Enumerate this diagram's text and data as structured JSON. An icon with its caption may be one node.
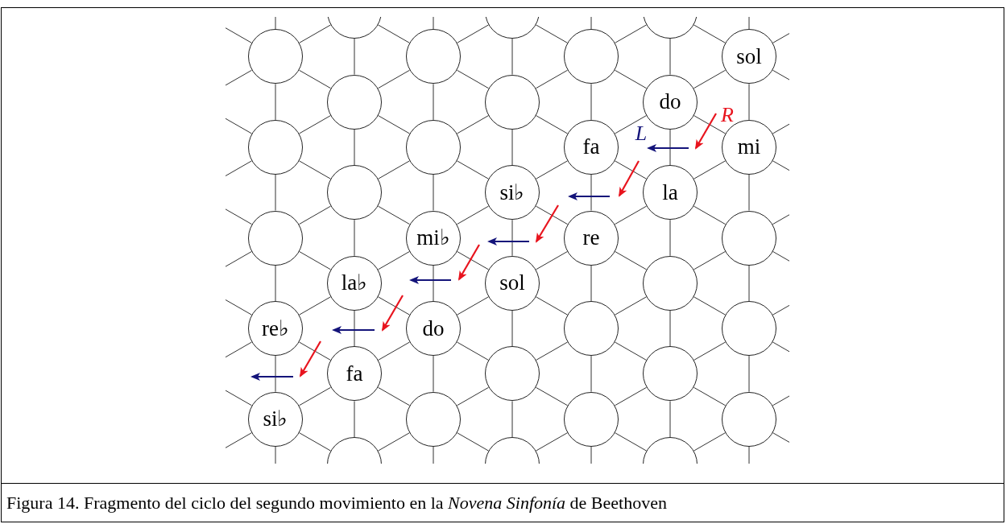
{
  "diagram": {
    "caption": "Figura 14. Fragmento del ciclo del segundo movimiento en la *Novena Sinfonía* de Beethoven",
    "nodes": [
      {
        "text": [],
        "shape": "circle"
      },
      {
        "text": [],
        "shape": "circle"
      },
      {
        "text": [],
        "shape": "circle"
      },
      {
        "text": [],
        "shape": "circle"
      },
      {
        "text": [],
        "shape": "circle"
      },
      {
        "text": [],
        "shape": "circle"
      },
      {
        "text": [
          "sol"
        ]
      },
      {
        "text": [],
        "shape": "circle"
      },
      {
        "text": [],
        "shape": "circle"
      },
      {
        "text": [
          "do"
        ]
      },
      {
        "text": [],
        "shape": "circle"
      },
      {
        "text": [],
        "shape": "circle"
      },
      {
        "text": [
          "fa"
        ]
      },
      {
        "text": [
          "mi"
        ]
      },
      {
        "text": [],
        "shape": "circle"
      },
      {
        "text": [
          "si♭"
        ]
      },
      {
        "text": [
          "la"
        ]
      },
      {
        "text": [],
        "shape": "circle"
      },
      {
        "text": [
          "mi♭"
        ]
      },
      {
        "text": [
          "re"
        ]
      },
      {
        "text": [],
        "shape": "circle"
      },
      {
        "text": [
          "la♭"
        ]
      },
      {
        "text": [
          "sol"
        ]
      },
      {
        "text": [],
        "shape": "circle"
      },
      {
        "text": [
          "re♭"
        ]
      },
      {
        "text": [
          "do"
        ]
      },
      {
        "text": [],
        "shape": "circle"
      },
      {
        "text": [],
        "shape": "circle"
      },
      {
        "text": [
          "fa"
        ]
      },
      {
        "text": [],
        "shape": "circle"
      },
      {
        "text": [],
        "shape": "circle"
      },
      {
        "text": [
          "si♭"
        ]
      },
      {
        "text": [],
        "shape": "circle"
      },
      {
        "text": [],
        "shape": "circle"
      },
      {
        "text": [],
        "shape": "circle"
      },
      {
        "text": [],
        "shape": "circle"
      },
      {
        "text": [],
        "shape": "circle"
      },
      {
        "text": [],
        "shape": "circle"
      }
    ],
    "edges": [
      {
        "from": 0,
        "to": 3,
        "arrow": "none"
      },
      {
        "from": 0,
        "to": 4,
        "arrow": "none"
      },
      {
        "from": 0,
        "to": 7,
        "arrow": "none"
      },
      {
        "from": 1,
        "to": 4,
        "arrow": "none"
      },
      {
        "from": 1,
        "to": 5,
        "arrow": "none"
      },
      {
        "from": 1,
        "to": 8,
        "arrow": "none"
      },
      {
        "from": 2,
        "to": 5,
        "arrow": "none"
      },
      {
        "from": 2,
        "to": 6,
        "arrow": "none"
      },
      {
        "from": 2,
        "to": 9,
        "arrow": "none"
      },
      {
        "from": 3,
        "to": 7,
        "arrow": "none"
      },
      {
        "from": 3,
        "to": 10,
        "arrow": "none"
      },
      {
        "from": 4,
        "to": 7,
        "arrow": "none"
      },
      {
        "from": 4,
        "to": 8,
        "arrow": "none"
      },
      {
        "from": 4,
        "to": 11,
        "arrow": "none"
      },
      {
        "from": 5,
        "to": 8,
        "arrow": "none"
      },
      {
        "from": 5,
        "to": 9,
        "arrow": "none"
      },
      {
        "from": 5,
        "to": 12,
        "arrow": "none"
      },
      {
        "from": 6,
        "to": 9,
        "arrow": "none"
      },
      {
        "from": 6,
        "to": 13,
        "arrow": "none"
      },
      {
        "from": 7,
        "to": 10,
        "arrow": "none"
      },
      {
        "from": 7,
        "to": 11,
        "arrow": "none"
      },
      {
        "from": 7,
        "to": 14,
        "arrow": "none"
      },
      {
        "from": 8,
        "to": 11,
        "arrow": "none"
      },
      {
        "from": 8,
        "to": 12,
        "arrow": "none"
      },
      {
        "from": 8,
        "to": 15,
        "arrow": "none"
      },
      {
        "from": 9,
        "to": 12,
        "arrow": "none"
      },
      {
        "from": 9,
        "to": 13,
        "arrow": "none"
      },
      {
        "from": 9,
        "to": 16,
        "arrow": "none"
      },
      {
        "from": 10,
        "to": 14,
        "arrow": "none"
      },
      {
        "from": 10,
        "to": 17,
        "arrow": "none"
      },
      {
        "from": 11,
        "to": 14,
        "arrow": "none"
      },
      {
        "from": 11,
        "to": 15,
        "arrow": "none"
      },
      {
        "from": 11,
        "to": 18,
        "arrow": "none"
      },
      {
        "from": 12,
        "to": 15,
        "arrow": "none"
      },
      {
        "from": 12,
        "to": 16,
        "arrow": "none"
      },
      {
        "from": 12,
        "to": 19,
        "arrow": "none"
      },
      {
        "from": 13,
        "to": 16,
        "arrow": "none"
      },
      {
        "from": 13,
        "to": 20,
        "arrow": "none"
      },
      {
        "from": 14,
        "to": 17,
        "arrow": "none"
      },
      {
        "from": 14,
        "to": 18,
        "arrow": "none"
      },
      {
        "from": 14,
        "to": 21,
        "arrow": "none"
      },
      {
        "from": 15,
        "to": 18,
        "arrow": "none"
      },
      {
        "from": 15,
        "to": 19,
        "arrow": "none"
      },
      {
        "from": 15,
        "to": 22,
        "arrow": "none"
      },
      {
        "from": 16,
        "to": 19,
        "arrow": "none"
      },
      {
        "from": 16,
        "to": 20,
        "arrow": "none"
      },
      {
        "from": 16,
        "to": 23,
        "arrow": "none"
      },
      {
        "from": 17,
        "to": 21,
        "arrow": "none"
      },
      {
        "from": 17,
        "to": 24,
        "arrow": "none"
      },
      {
        "from": 18,
        "to": 21,
        "arrow": "none"
      },
      {
        "from": 18,
        "to": 22,
        "arrow": "none"
      },
      {
        "from": 18,
        "to": 25,
        "arrow": "none"
      },
      {
        "from": 19,
        "to": 22,
        "arrow": "none"
      },
      {
        "from": 19,
        "to": 23,
        "arrow": "none"
      },
      {
        "from": 19,
        "to": 26,
        "arrow": "none"
      },
      {
        "from": 20,
        "to": 23,
        "arrow": "none"
      },
      {
        "from": 20,
        "to": 27,
        "arrow": "none"
      },
      {
        "from": 21,
        "to": 24,
        "arrow": "none"
      },
      {
        "from": 21,
        "to": 25,
        "arrow": "none"
      },
      {
        "from": 21,
        "to": 28,
        "arrow": "none"
      },
      {
        "from": 22,
        "to": 25,
        "arrow": "none"
      },
      {
        "from": 22,
        "to": 26,
        "arrow": "none"
      },
      {
        "from": 22,
        "to": 29,
        "arrow": "none"
      },
      {
        "from": 23,
        "to": 26,
        "arrow": "none"
      },
      {
        "from": 23,
        "to": 27,
        "arrow": "none"
      },
      {
        "from": 23,
        "to": 30,
        "arrow": "none"
      },
      {
        "from": 24,
        "to": 28,
        "arrow": "none"
      },
      {
        "from": 24,
        "to": 31,
        "arrow": "none"
      },
      {
        "from": 25,
        "to": 28,
        "arrow": "none"
      },
      {
        "from": 25,
        "to": 29,
        "arrow": "none"
      },
      {
        "from": 25,
        "to": 32,
        "arrow": "none"
      },
      {
        "from": 26,
        "to": 29,
        "arrow": "none"
      },
      {
        "from": 26,
        "to": 30,
        "arrow": "none"
      },
      {
        "from": 26,
        "to": 33,
        "arrow": "none"
      },
      {
        "from": 27,
        "to": 30,
        "arrow": "none"
      },
      {
        "from": 27,
        "to": 34,
        "arrow": "none"
      },
      {
        "from": 28,
        "to": 31,
        "arrow": "none"
      },
      {
        "from": 28,
        "to": 32,
        "arrow": "none"
      },
      {
        "from": 28,
        "to": 35,
        "arrow": "none"
      },
      {
        "from": 29,
        "to": 32,
        "arrow": "none"
      },
      {
        "from": 29,
        "to": 33,
        "arrow": "none"
      },
      {
        "from": 29,
        "to": 36,
        "arrow": "none"
      },
      {
        "from": 30,
        "to": 33,
        "arrow": "none"
      },
      {
        "from": 30,
        "to": 34,
        "arrow": "none"
      },
      {
        "from": 30,
        "to": 37,
        "arrow": "none"
      },
      {
        "from": 31,
        "to": 35,
        "arrow": "none"
      },
      {
        "from": 32,
        "to": 35,
        "arrow": "none"
      },
      {
        "from": 32,
        "to": 36,
        "arrow": "none"
      },
      {
        "from": 33,
        "to": 36,
        "arrow": "none"
      },
      {
        "from": 33,
        "to": 37,
        "arrow": "none"
      },
      {
        "from": 34,
        "to": 37,
        "arrow": "none"
      },
      {
        "from": 3,
        "to": null,
        "arrow": "none"
      },
      {
        "from": 3,
        "to": null,
        "arrow": "none"
      },
      {
        "from": 3,
        "to": null,
        "arrow": "none"
      },
      {
        "from": 4,
        "to": null,
        "arrow": "none"
      },
      {
        "from": 5,
        "to": null,
        "arrow": "none"
      },
      {
        "from": 6,
        "to": null,
        "arrow": "none"
      },
      {
        "from": 6,
        "to": null,
        "arrow": "none"
      },
      {
        "from": 6,
        "to": null,
        "arrow": "none"
      },
      {
        "from": 10,
        "to": null,
        "arrow": "none"
      },
      {
        "from": 10,
        "to": null,
        "arrow": "none"
      },
      {
        "from": 13,
        "to": null,
        "arrow": "none"
      },
      {
        "from": 13,
        "to": null,
        "arrow": "none"
      },
      {
        "from": 17,
        "to": null,
        "arrow": "none"
      },
      {
        "from": 17,
        "to": null,
        "arrow": "none"
      },
      {
        "from": 20,
        "to": null,
        "arrow": "none"
      },
      {
        "from": 20,
        "to": null,
        "arrow": "none"
      },
      {
        "from": 24,
        "to": null,
        "arrow": "none"
      },
      {
        "from": 24,
        "to": null,
        "arrow": "none"
      },
      {
        "from": 27,
        "to": null,
        "arrow": "none"
      },
      {
        "from": 27,
        "to": null,
        "arrow": "none"
      },
      {
        "from": 31,
        "to": null,
        "arrow": "none"
      },
      {
        "from": 31,
        "to": null,
        "arrow": "none"
      },
      {
        "from": 31,
        "to": null,
        "arrow": "none"
      },
      {
        "from": 32,
        "to": null,
        "arrow": "none"
      },
      {
        "from": 33,
        "to": null,
        "arrow": "none"
      },
      {
        "from": 34,
        "to": null,
        "arrow": "none"
      },
      {
        "from": 34,
        "to": null,
        "arrow": "none"
      },
      {
        "from": 34,
        "to": null,
        "arrow": "none"
      }
    ],
    "labels": [
      "R",
      "L"
    ]
  }
}
